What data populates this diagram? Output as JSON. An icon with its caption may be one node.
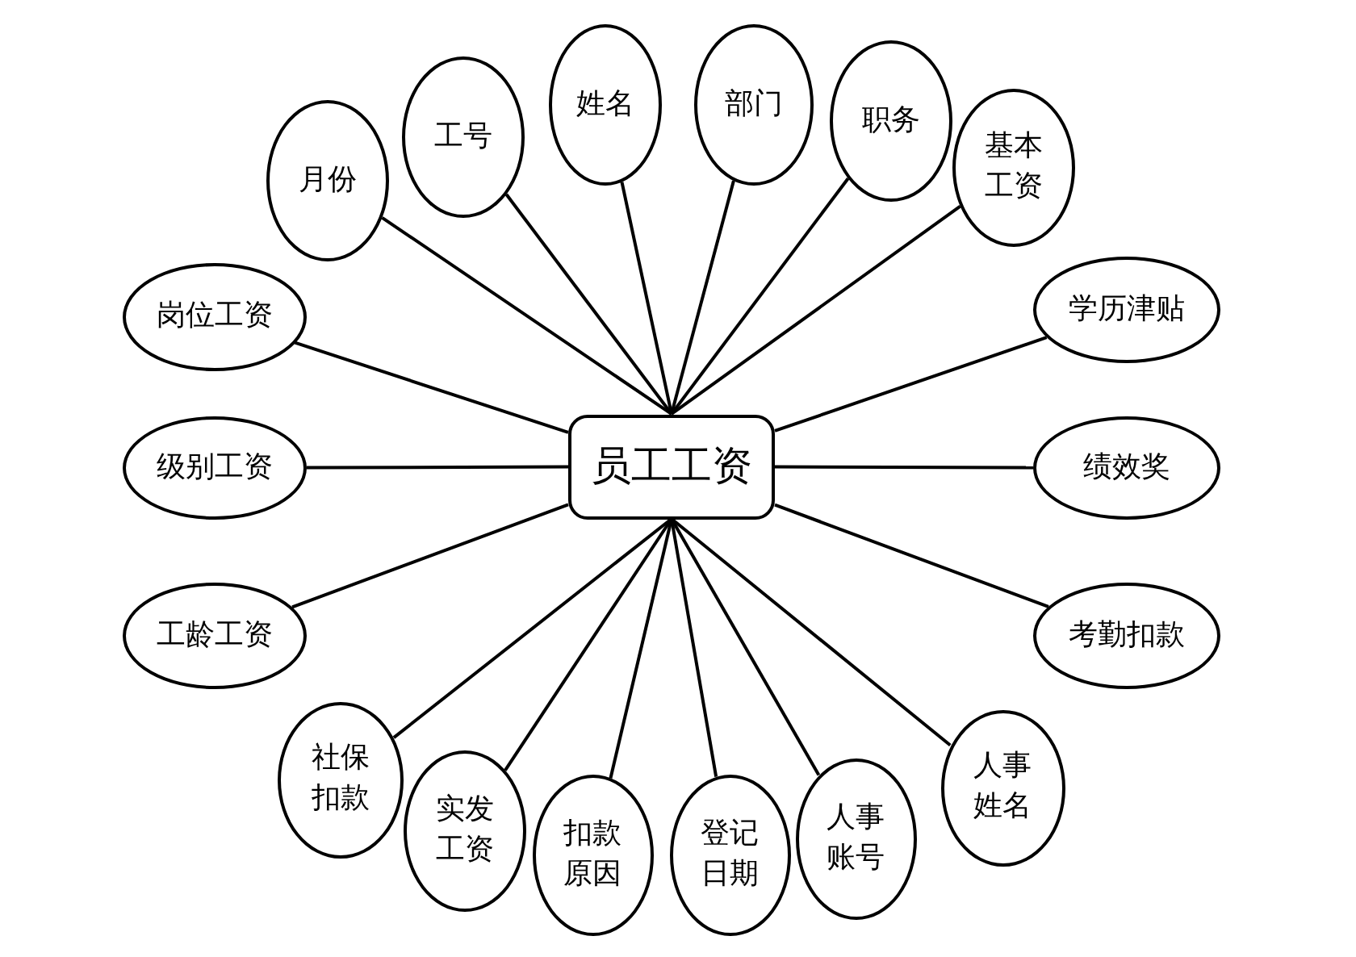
{
  "diagram": {
    "nodes": [
      {
        "text": [
          "员工工资"
        ]
      },
      {
        "text": [
          "月份"
        ]
      },
      {
        "text": [
          "工号"
        ]
      },
      {
        "text": [
          "姓名"
        ]
      },
      {
        "text": [
          "部门"
        ]
      },
      {
        "text": [
          "职务"
        ]
      },
      {
        "text": [
          "基本工资"
        ]
      },
      {
        "text": [
          "岗位工资"
        ]
      },
      {
        "text": [
          "学历津贴"
        ]
      },
      {
        "text": [
          "级别工资"
        ]
      },
      {
        "text": [
          "绩效奖"
        ]
      },
      {
        "text": [
          "工龄工资"
        ]
      },
      {
        "text": [
          "考勤扣款"
        ]
      },
      {
        "text": [
          "社保扣款"
        ]
      },
      {
        "text": [
          "实发工资"
        ]
      },
      {
        "text": [
          "扣款原因"
        ]
      },
      {
        "text": [
          "登记日期"
        ]
      },
      {
        "text": [
          "人事账号"
        ]
      },
      {
        "text": [
          "人事姓名"
        ]
      }
    ],
    "edges": [
      {
        "from": 0,
        "to": 1,
        "arrow": "none"
      },
      {
        "from": 0,
        "to": 2,
        "arrow": "none"
      },
      {
        "from": 0,
        "to": 3,
        "arrow": "none"
      },
      {
        "from": 0,
        "to": 4,
        "arrow": "none"
      },
      {
        "from": 0,
        "to": 5,
        "arrow": "none"
      },
      {
        "from": 0,
        "to": 6,
        "arrow": "none"
      },
      {
        "from": 0,
        "to": 7,
        "arrow": "none"
      },
      {
        "from": 0,
        "to": 8,
        "arrow": "none"
      },
      {
        "from": 0,
        "to": 9,
        "arrow": "none"
      },
      {
        "from": 0,
        "to": 10,
        "arrow": "none"
      },
      {
        "from": 0,
        "to": 11,
        "arrow": "none"
      },
      {
        "from": 0,
        "to": 12,
        "arrow": "none"
      },
      {
        "from": 0,
        "to": 13,
        "arrow": "none"
      },
      {
        "from": 0,
        "to": 14,
        "arrow": "none"
      },
      {
        "from": 0,
        "to": 15,
        "arrow": "none"
      },
      {
        "from": 0,
        "to": 16,
        "arrow": "none"
      },
      {
        "from": 0,
        "to": 17,
        "arrow": "none"
      },
      {
        "from": 0,
        "to": 18,
        "arrow": "none"
      }
    ]
  }
}
